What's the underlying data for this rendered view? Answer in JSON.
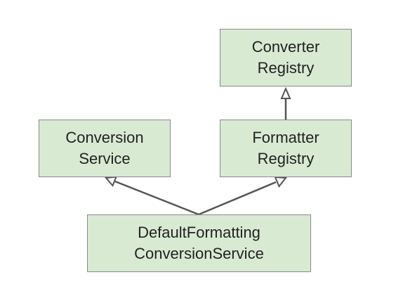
{
  "diagram": {
    "nodes": [
      {
        "id": "converter-registry",
        "lines": [
          "Converter",
          "Registry"
        ]
      },
      {
        "id": "conversion-service",
        "lines": [
          "Conversion",
          "Service"
        ]
      },
      {
        "id": "formatter-registry",
        "lines": [
          "Formatter",
          "Registry"
        ]
      },
      {
        "id": "default-formatting-conversion-service",
        "lines": [
          "DefaultFormatting",
          "ConversionService"
        ]
      }
    ],
    "edges": [
      {
        "from": "formatter-registry",
        "to": "converter-registry",
        "type": "inheritance"
      },
      {
        "from": "default-formatting-conversion-service",
        "to": "conversion-service",
        "type": "inheritance"
      },
      {
        "from": "default-formatting-conversion-service",
        "to": "formatter-registry",
        "type": "inheritance"
      }
    ],
    "colors": {
      "box_fill": "#d9ead3",
      "box_border": "#8a8a8a",
      "arrow": "#555555",
      "text": "#222222"
    }
  }
}
